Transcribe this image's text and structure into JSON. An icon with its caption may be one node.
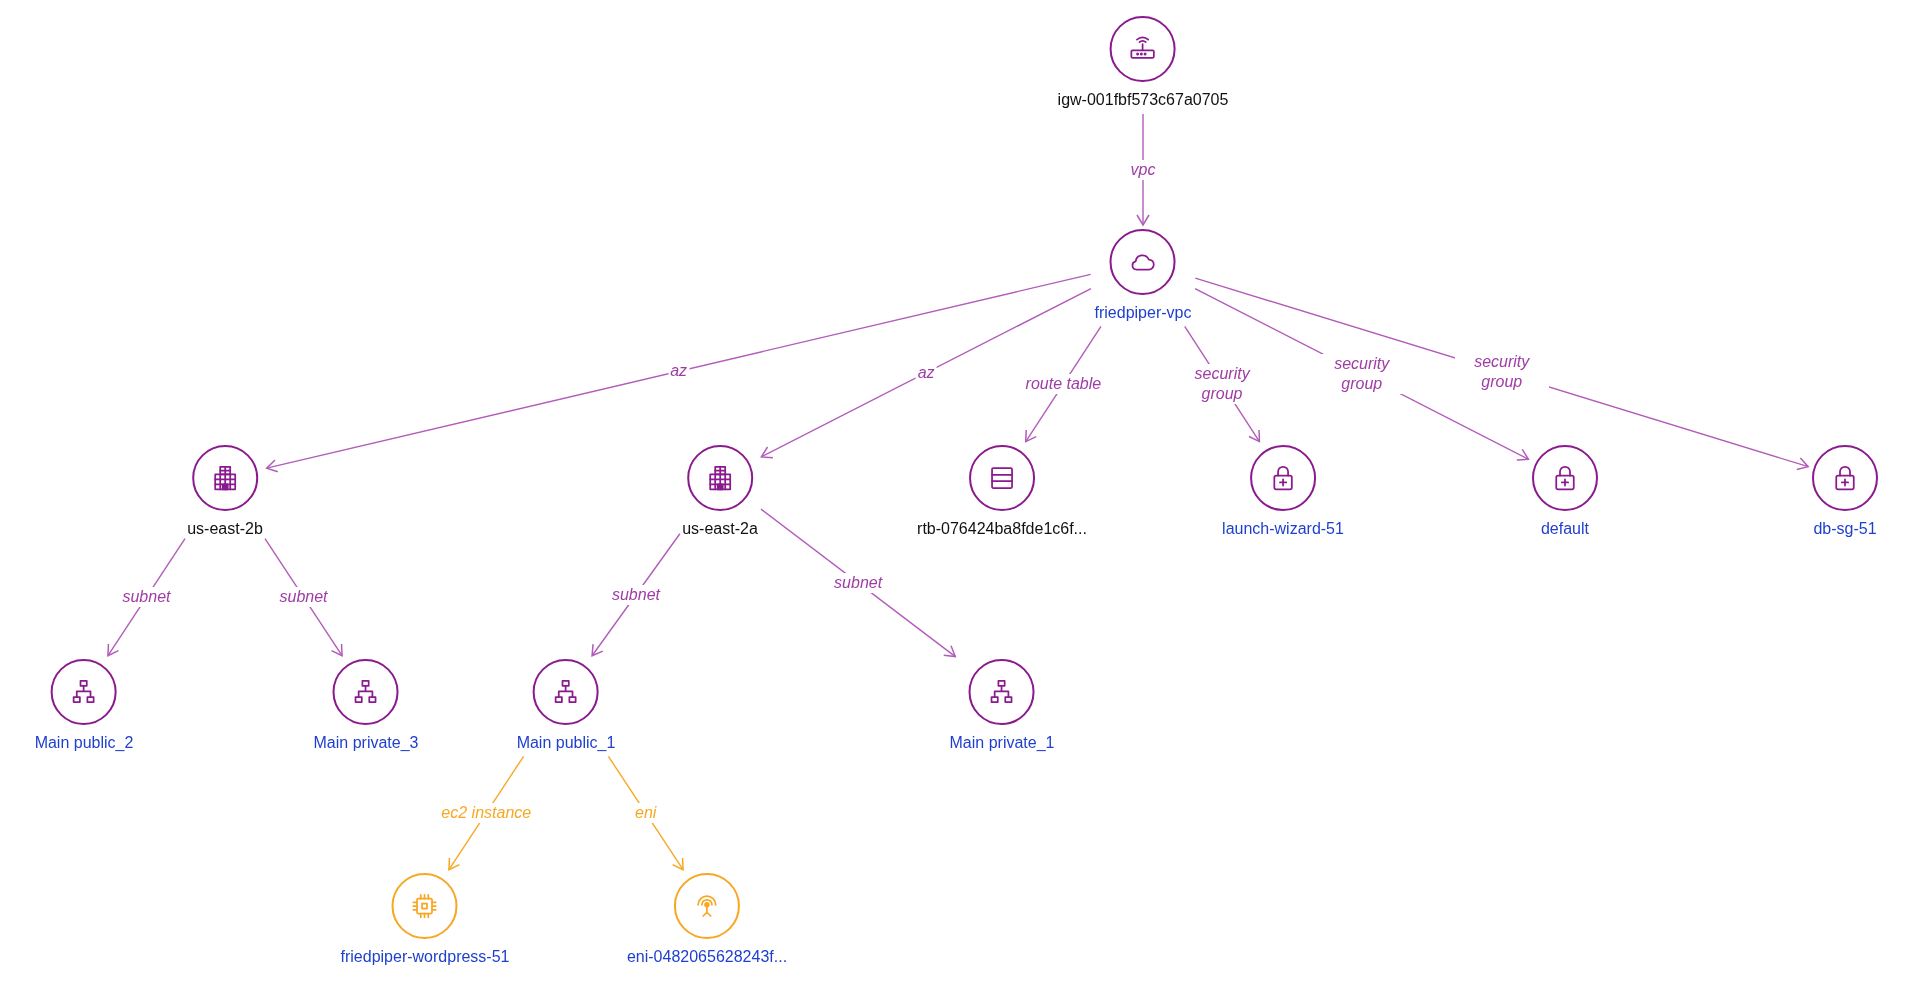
{
  "diagram": {
    "nodes": [
      {
        "text": [
          "igw-001fbf573c67a0705"
        ]
      },
      {
        "text": [
          "friedpiper-vpc"
        ]
      },
      {
        "text": [
          "us-east-2b"
        ]
      },
      {
        "text": [
          "us-east-2a"
        ]
      },
      {
        "text": [
          "rtb-076424ba8fde1c6f..."
        ]
      },
      {
        "text": [
          "launch-wizard-51"
        ]
      },
      {
        "text": [
          "default"
        ]
      },
      {
        "text": [
          "db-sg-51"
        ]
      },
      {
        "text": [
          "Main public_2"
        ]
      },
      {
        "text": [
          "Main private_3"
        ]
      },
      {
        "text": [
          "Main public_1"
        ]
      },
      {
        "text": [
          "Main private_1"
        ]
      },
      {
        "text": [
          "friedpiper-wordpress-51"
        ]
      },
      {
        "text": [
          "eni-0482065628243f..."
        ]
      }
    ],
    "edges": [
      {
        "from": 0,
        "to": 1,
        "arrow": "to",
        "label": "vpc"
      },
      {
        "from": 1,
        "to": 2,
        "arrow": "to",
        "label": "az"
      },
      {
        "from": 1,
        "to": 3,
        "arrow": "to",
        "label": "az"
      },
      {
        "from": 1,
        "to": 4,
        "arrow": "to",
        "label": "route table"
      },
      {
        "from": 1,
        "to": 5,
        "arrow": "to",
        "label": "security group"
      },
      {
        "from": 1,
        "to": 6,
        "arrow": "to",
        "label": "security group"
      },
      {
        "from": 1,
        "to": 7,
        "arrow": "to",
        "label": "security group"
      },
      {
        "from": 2,
        "to": 8,
        "arrow": "to",
        "label": "subnet"
      },
      {
        "from": 2,
        "to": 9,
        "arrow": "to",
        "label": "subnet"
      },
      {
        "from": 3,
        "to": 10,
        "arrow": "to",
        "label": "subnet"
      },
      {
        "from": 3,
        "to": 11,
        "arrow": "to",
        "label": "subnet"
      },
      {
        "from": 10,
        "to": 12,
        "arrow": "to",
        "label": "ec2 instance",
        "color": "#f7a823"
      },
      {
        "from": 10,
        "to": 13,
        "arrow": "to",
        "label": "eni",
        "color": "#f7a823"
      }
    ]
  }
}
